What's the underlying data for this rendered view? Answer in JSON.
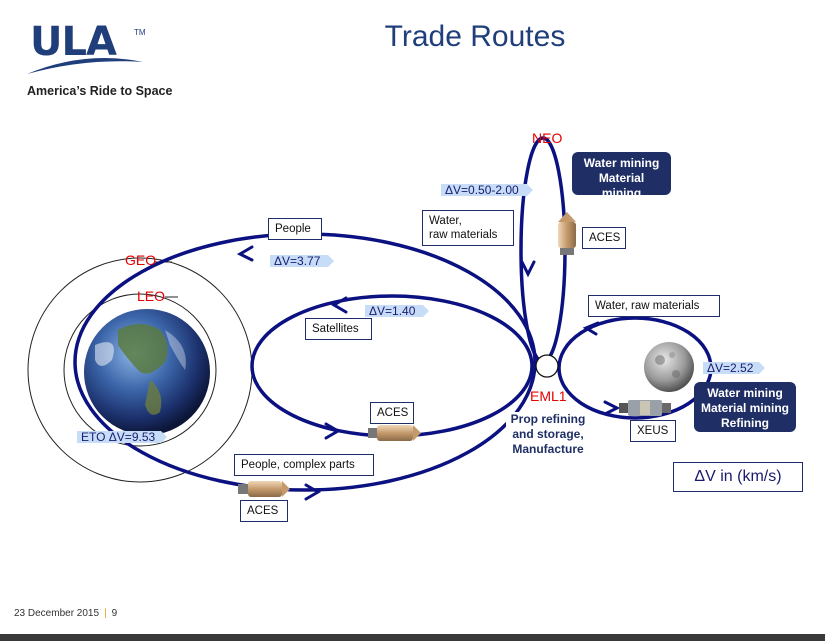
{
  "header": {
    "logo": "ULA",
    "logo_tm": "TM",
    "tagline": "America’s Ride to Space",
    "title": "Trade Routes"
  },
  "places": {
    "neo": "NEO",
    "geo": "GEO",
    "leo": "LEO",
    "eml1": "EML1"
  },
  "delta_v": {
    "neo": "ΔV=0.50-2.00",
    "geo": "ΔV=3.77",
    "leo": "ΔV=1.40",
    "moon": "ΔV=2.52",
    "eto": "ETO ΔV=9.53"
  },
  "cargo": {
    "people": "People",
    "satellites": "Satellites",
    "water_raw_neo": "Water,\nraw materials",
    "water_raw_moon": "Water, raw materials",
    "people_parts": "People, complex parts"
  },
  "vehicles": {
    "aces_neo": "ACES",
    "aces_leo": "ACES",
    "aces_geo": "ACES",
    "xeus": "XEUS"
  },
  "activities": {
    "neo": "Water mining\nMaterial mining",
    "moon": "Water mining\nMaterial mining\nRefining",
    "eml1": "Prop refining\nand storage,\nManufacture"
  },
  "units": "ΔV in (km/s)",
  "footer": {
    "date": "23 December 2015",
    "page": "9"
  },
  "colors": {
    "route": "#0b1180",
    "navy_box": "#1f2f65",
    "arrow_tag": "#c7ddf7",
    "place_label": "#e60000",
    "brand_blue": "#1f3e7a"
  }
}
